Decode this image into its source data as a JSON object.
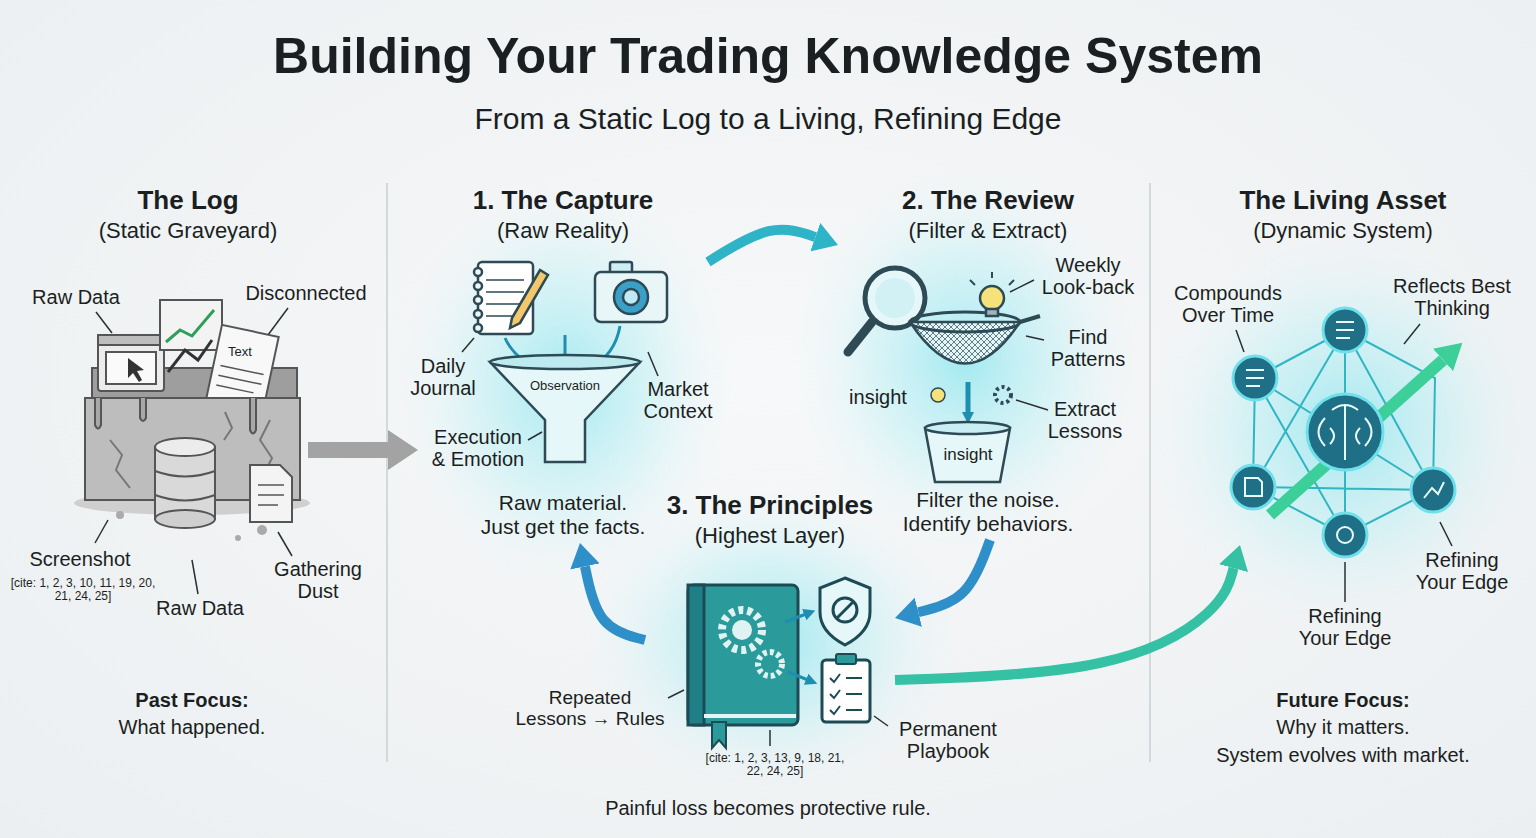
{
  "diagram": {
    "title": "Building Your Trading Knowledge System",
    "nodes": [
      {
        "text": [
          "The Log",
          "(Static Graveyard)"
        ]
      },
      {
        "text": [
          "1. The Capture",
          "(Raw Reality)",
          "Raw material.",
          "Just get the facts."
        ]
      },
      {
        "text": [
          "2. The Review",
          "(Filter & Extract)",
          "Filter the noise.",
          "Identify behaviors."
        ]
      },
      {
        "text": [
          "3. The Principles",
          "(Highest Layer)"
        ]
      },
      {
        "text": [
          "The Living Asset",
          "(Dynamic System)"
        ]
      }
    ],
    "edges": [
      {
        "from": 0,
        "to": 1,
        "arrow": "to"
      },
      {
        "from": 1,
        "to": 2,
        "arrow": "to"
      },
      {
        "from": 2,
        "to": 3,
        "arrow": "to"
      },
      {
        "from": 3,
        "to": 1,
        "arrow": "to"
      },
      {
        "from": 3,
        "to": 4,
        "arrow": "to"
      }
    ],
    "labels": [
      "From a Static Log to a Living, Refining Edge",
      "Raw Data",
      "Disconnected",
      "Text",
      "Screenshot",
      "[cite: 1, 2, 3, 10, 11, 19, 20, 21, 24, 25]",
      "Raw Data",
      "Gathering Dust",
      "Past Focus:",
      "What happened.",
      "Daily Journal",
      "Market Context",
      "Observation",
      "Execution & Emotion",
      "Weekly Look-back",
      "Find Patterns",
      "insight",
      "Extract Lessons",
      "insight",
      "Repeated Lessons → Rules",
      "[cite: 1, 2, 3, 13, 9, 18, 21, 22, 24, 25]",
      "Permanent Playbook",
      "Painful loss becomes protective rule.",
      "Compounds Over Time",
      "Reflects Best Thinking",
      "Refining Your Edge",
      "Refining Your Edge",
      "Future Focus:",
      "Why it matters.",
      "System evolves with market."
    ]
  }
}
